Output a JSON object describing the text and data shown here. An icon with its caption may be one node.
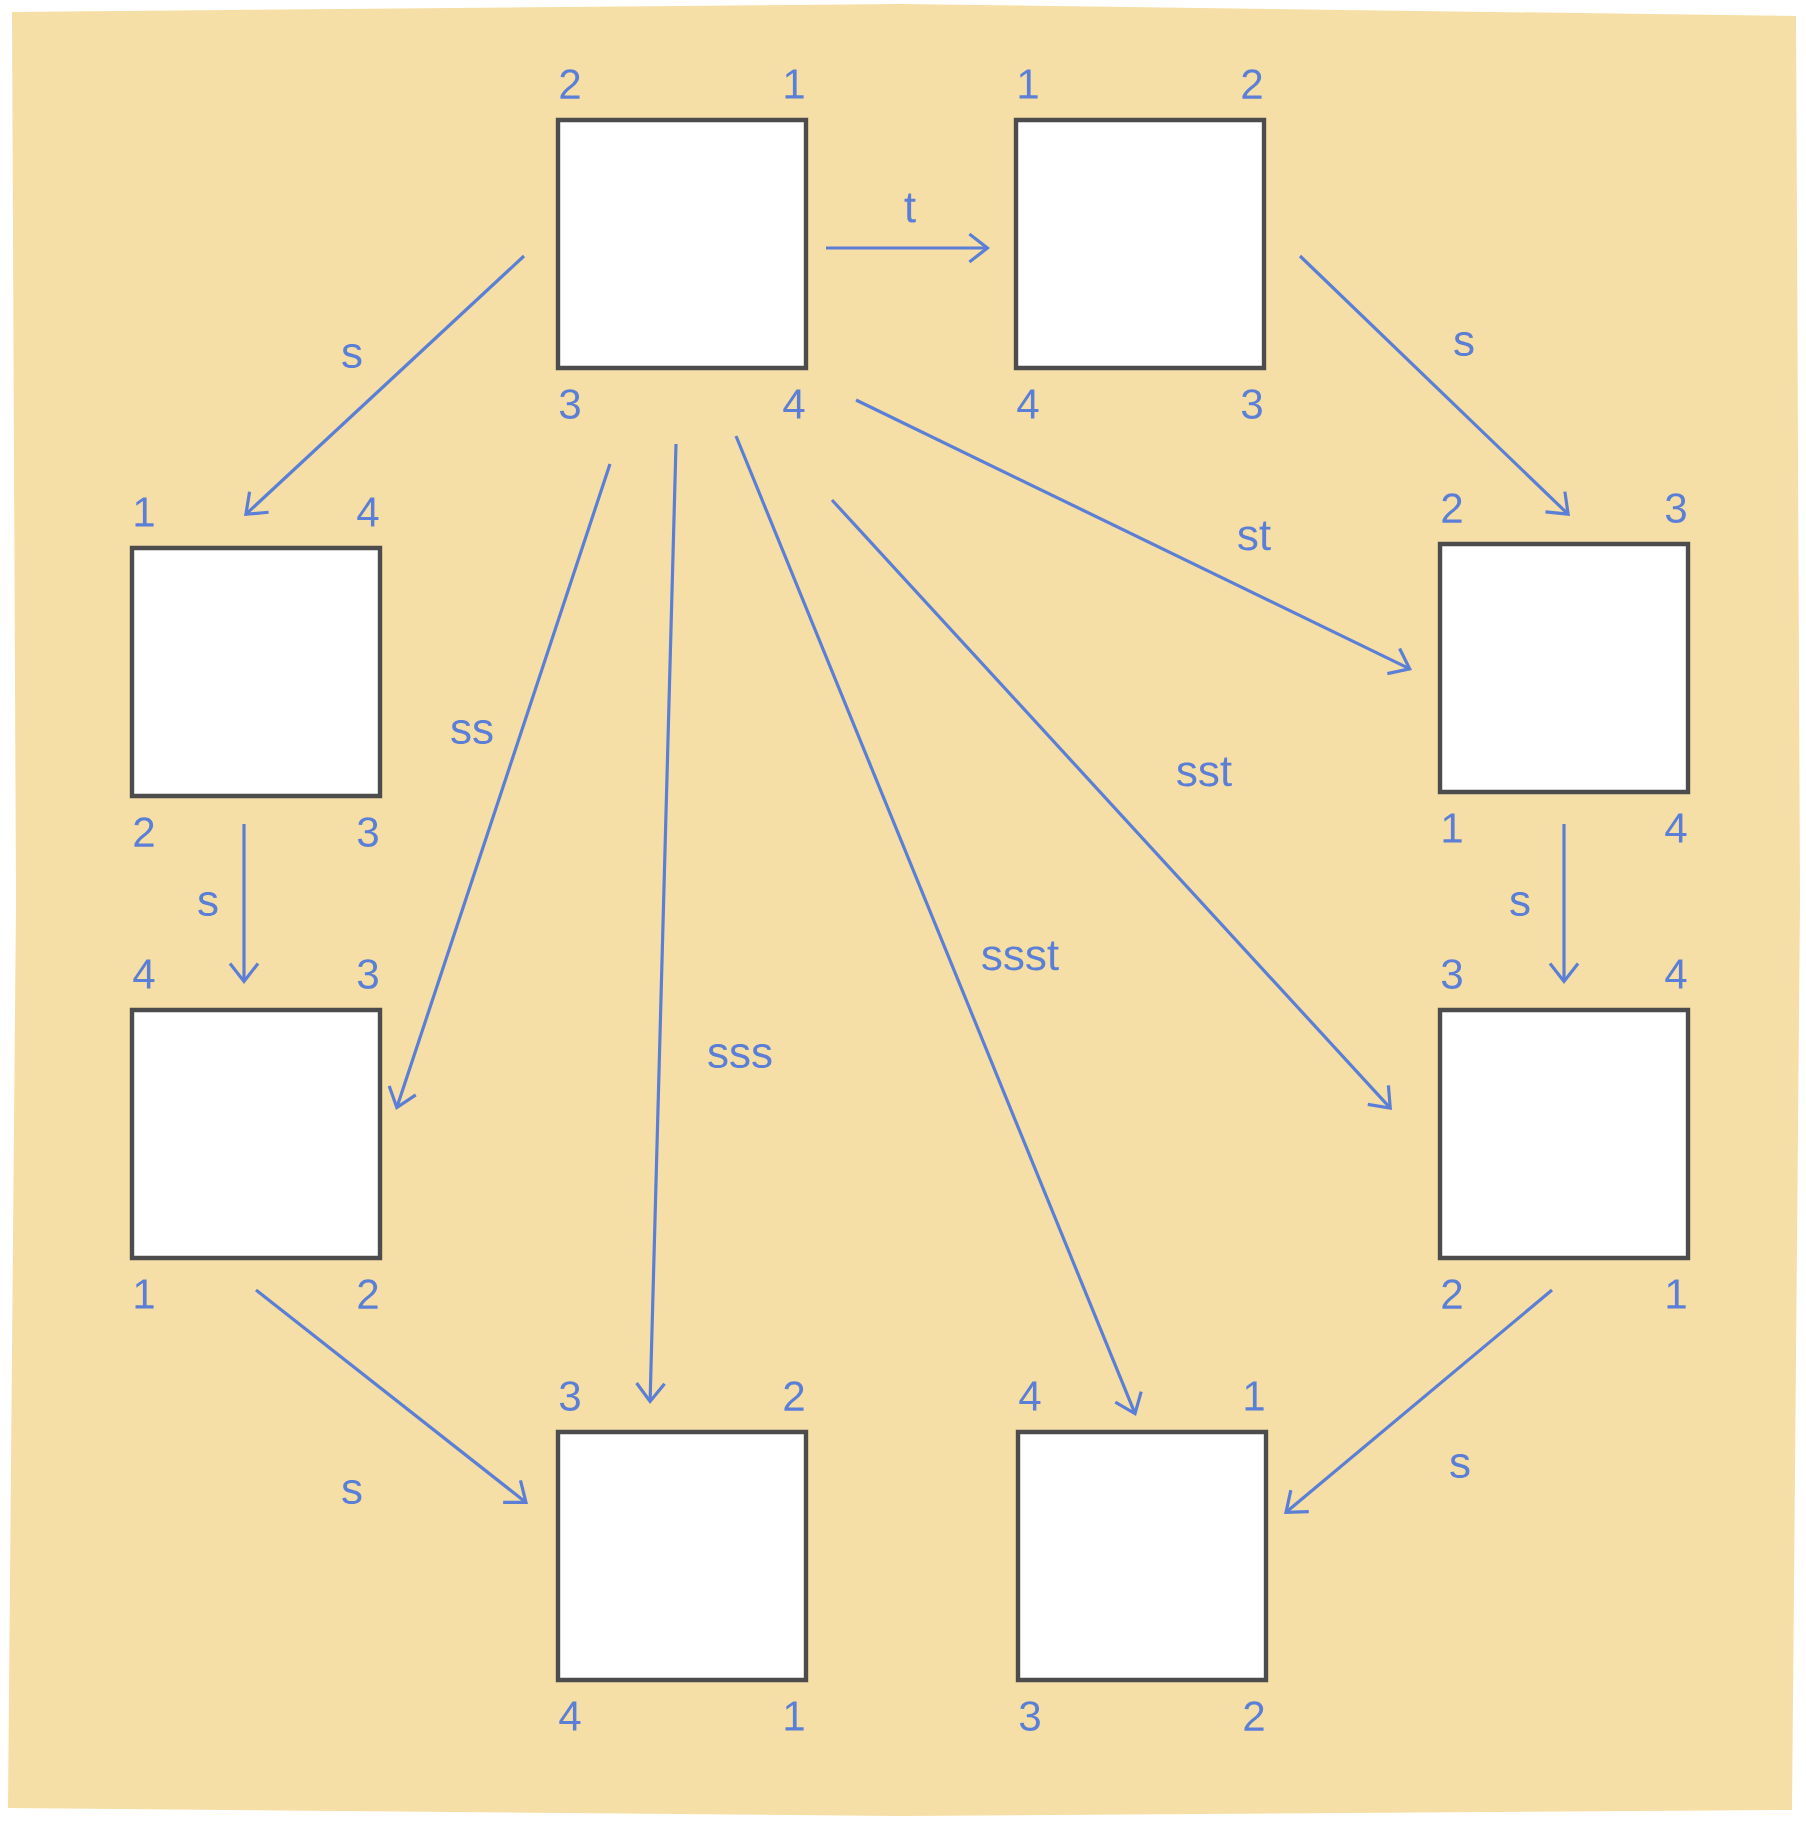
{
  "diagram": {
    "nodes": [
      {
        "text": [],
        "shape": "box",
        "beside": [
          "2",
          "1",
          "3",
          "4"
        ]
      },
      {
        "text": [],
        "shape": "box",
        "beside": [
          "1",
          "2",
          "4",
          "3"
        ]
      },
      {
        "text": [],
        "shape": "box",
        "beside": [
          "1",
          "4",
          "2",
          "3"
        ]
      },
      {
        "text": [],
        "shape": "box",
        "beside": [
          "2",
          "3",
          "1",
          "4"
        ]
      },
      {
        "text": [],
        "shape": "box",
        "beside": [
          "4",
          "3",
          "1",
          "2"
        ]
      },
      {
        "text": [],
        "shape": "box",
        "beside": [
          "3",
          "4",
          "2",
          "1"
        ]
      },
      {
        "text": [],
        "shape": "box",
        "beside": [
          "3",
          "2",
          "4",
          "1"
        ]
      },
      {
        "text": [],
        "shape": "box",
        "beside": [
          "4",
          "1",
          "3",
          "2"
        ]
      }
    ],
    "edges": [
      {
        "from": 0,
        "to": 1,
        "arrow": "to",
        "label": "t"
      },
      {
        "from": 0,
        "to": 2,
        "arrow": "to",
        "label": "s"
      },
      {
        "from": 1,
        "to": 3,
        "arrow": "to",
        "label": "s"
      },
      {
        "from": 0,
        "to": 3,
        "arrow": "to",
        "label": "st"
      },
      {
        "from": 2,
        "to": 4,
        "arrow": "to",
        "label": "s"
      },
      {
        "from": 3,
        "to": 5,
        "arrow": "to",
        "label": "s"
      },
      {
        "from": 0,
        "to": 4,
        "arrow": "to",
        "label": "ss"
      },
      {
        "from": 0,
        "to": 6,
        "arrow": "to",
        "label": "sss"
      },
      {
        "from": 0,
        "to": 7,
        "arrow": "to",
        "label": "ssst"
      },
      {
        "from": 0,
        "to": 5,
        "arrow": "to",
        "label": "sst"
      },
      {
        "from": 4,
        "to": 6,
        "arrow": "to",
        "label": "s"
      },
      {
        "from": 5,
        "to": 7,
        "arrow": "to",
        "label": "s"
      }
    ]
  }
}
